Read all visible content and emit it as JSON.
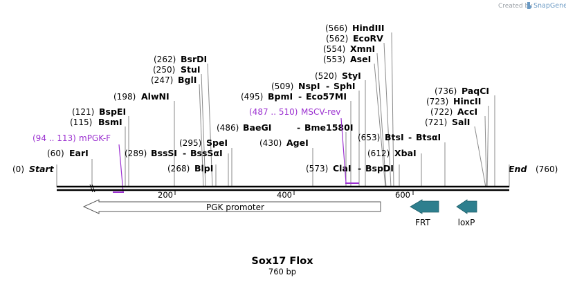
{
  "header": {
    "credit_text": "Created by",
    "brand_text": "SnapGene",
    "logo_icon": "snapgene-logo-icon"
  },
  "map": {
    "name": "Sox17 Flox",
    "length_label": "760 bp",
    "length_bp": 760,
    "start_label": "Start",
    "start_pos": "(0)",
    "end_label": "End",
    "end_pos": "(760)",
    "ticks": [
      "200",
      "400",
      "600"
    ],
    "colors": {
      "primer": "#9b30d0",
      "feature_fill": "#2e7f8e",
      "backbone": "#000000"
    }
  },
  "enzymes": [
    {
      "pos": "(60)",
      "name": "EarI",
      "bp": 60
    },
    {
      "pos": "(115)",
      "name": "BsmI",
      "bp": 115
    },
    {
      "pos": "(121)",
      "name": "BspEI",
      "bp": 121
    },
    {
      "pos": "(198)",
      "name": "AlwNI",
      "bp": 198
    },
    {
      "pos": "(247)",
      "name": "BglI",
      "bp": 247
    },
    {
      "pos": "(250)",
      "name": "StuI",
      "bp": 250
    },
    {
      "pos": "(262)",
      "name": "BsrDI",
      "bp": 262
    },
    {
      "pos": "(268)",
      "name": "BlpI",
      "bp": 268
    },
    {
      "pos": "(289)",
      "name": "BssSI",
      "alt": "BssSαI",
      "bp": 289
    },
    {
      "pos": "(295)",
      "name": "SpeI",
      "bp": 295
    },
    {
      "pos": "(430)",
      "name": "AgeI",
      "bp": 430
    },
    {
      "pos": "(486)",
      "name": "BaeGI",
      "alt": "Bme1580I",
      "bp": 486
    },
    {
      "pos": "(495)",
      "name": "BpmI",
      "alt": "Eco57MI",
      "bp": 495
    },
    {
      "pos": "(509)",
      "name": "NspI",
      "alt": "SphI",
      "bp": 509
    },
    {
      "pos": "(520)",
      "name": "StyI",
      "bp": 520
    },
    {
      "pos": "(553)",
      "name": "AseI",
      "bp": 553
    },
    {
      "pos": "(554)",
      "name": "XmnI",
      "bp": 554
    },
    {
      "pos": "(562)",
      "name": "EcoRV",
      "bp": 562
    },
    {
      "pos": "(566)",
      "name": "HindIII",
      "bp": 566
    },
    {
      "pos": "(573)",
      "name": "ClaI",
      "alt": "BspDI",
      "bp": 573
    },
    {
      "pos": "(612)",
      "name": "XbaI",
      "bp": 612
    },
    {
      "pos": "(653)",
      "name": "BtsI",
      "alt": "BtsαI",
      "bp": 653
    },
    {
      "pos": "(721)",
      "name": "SalI",
      "bp": 721
    },
    {
      "pos": "(722)",
      "name": "AccI",
      "bp": 722
    },
    {
      "pos": "(723)",
      "name": "HincII",
      "bp": 723
    },
    {
      "pos": "(736)",
      "name": "PaqCI",
      "bp": 736
    }
  ],
  "primers": [
    {
      "range": "(94 .. 113)",
      "name": "mPGK-F",
      "from": 94,
      "to": 113
    },
    {
      "range": "(487 .. 510)",
      "name": "MSCV-rev",
      "from": 487,
      "to": 510
    }
  ],
  "features": [
    {
      "name": "PGK promoter",
      "from": 45,
      "to": 545,
      "direction": "reverse"
    },
    {
      "name": "FRT",
      "from": 597,
      "to": 645,
      "direction": "reverse"
    },
    {
      "name": "loxP",
      "from": 670,
      "to": 705,
      "direction": "reverse"
    }
  ]
}
